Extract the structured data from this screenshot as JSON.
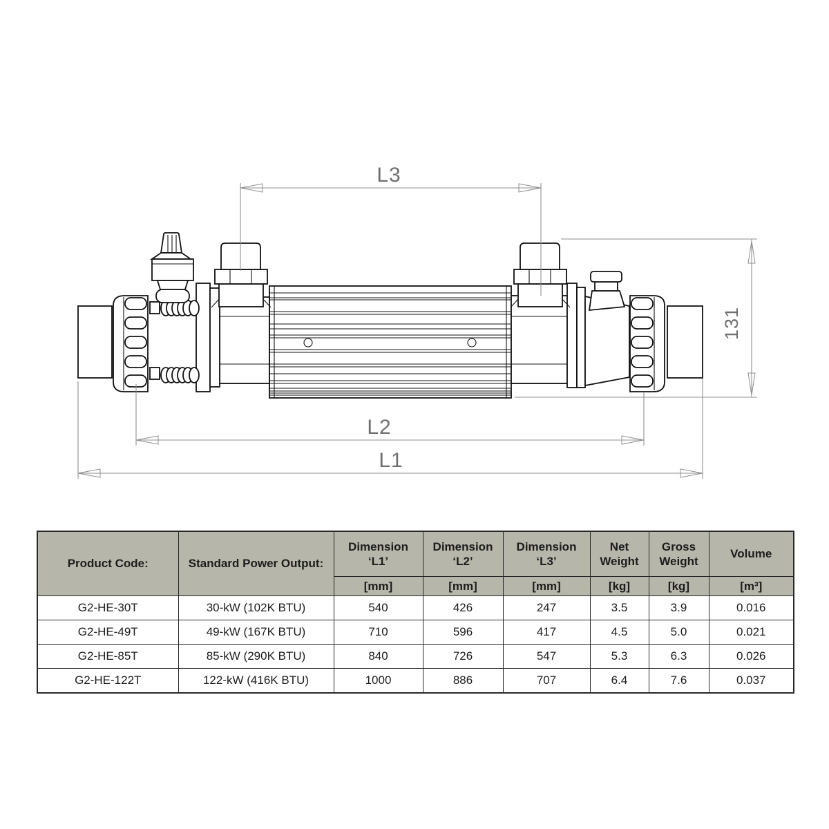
{
  "diagram": {
    "dim_l3": "L3",
    "dim_l2": "L2",
    "dim_l1": "L1",
    "dim_height": "131",
    "part_line_color": "#111111",
    "dimension_line_color": "#8f8f8f",
    "dimension_text_color": "#6f6f6f"
  },
  "table": {
    "header_bg": "#b6b6aa",
    "border_color": "#272727",
    "columns": [
      {
        "label": "Product Code:",
        "unit": ""
      },
      {
        "label": "Standard Power Output:",
        "unit": ""
      },
      {
        "label": "Dimension ‘L1’",
        "unit": "[mm]"
      },
      {
        "label": "Dimension ‘L2’",
        "unit": "[mm]"
      },
      {
        "label": "Dimension ‘L3’",
        "unit": "[mm]"
      },
      {
        "label": "Net Weight",
        "unit": "[kg]"
      },
      {
        "label": "Gross Weight",
        "unit": "[kg]"
      },
      {
        "label": "Volume",
        "unit": "[m³]"
      }
    ],
    "rows": [
      {
        "code": "G2-HE-30T",
        "power": "30-kW (102K BTU)",
        "l1": "540",
        "l2": "426",
        "l3": "247",
        "net": "3.5",
        "gross": "3.9",
        "volume": "0.016"
      },
      {
        "code": "G2-HE-49T",
        "power": "49-kW (167K BTU)",
        "l1": "710",
        "l2": "596",
        "l3": "417",
        "net": "4.5",
        "gross": "5.0",
        "volume": "0.021"
      },
      {
        "code": "G2-HE-85T",
        "power": "85-kW (290K BTU)",
        "l1": "840",
        "l2": "726",
        "l3": "547",
        "net": "5.3",
        "gross": "6.3",
        "volume": "0.026"
      },
      {
        "code": "G2-HE-122T",
        "power": "122-kW (416K BTU)",
        "l1": "1000",
        "l2": "886",
        "l3": "707",
        "net": "6.4",
        "gross": "7.6",
        "volume": "0.037"
      }
    ]
  }
}
